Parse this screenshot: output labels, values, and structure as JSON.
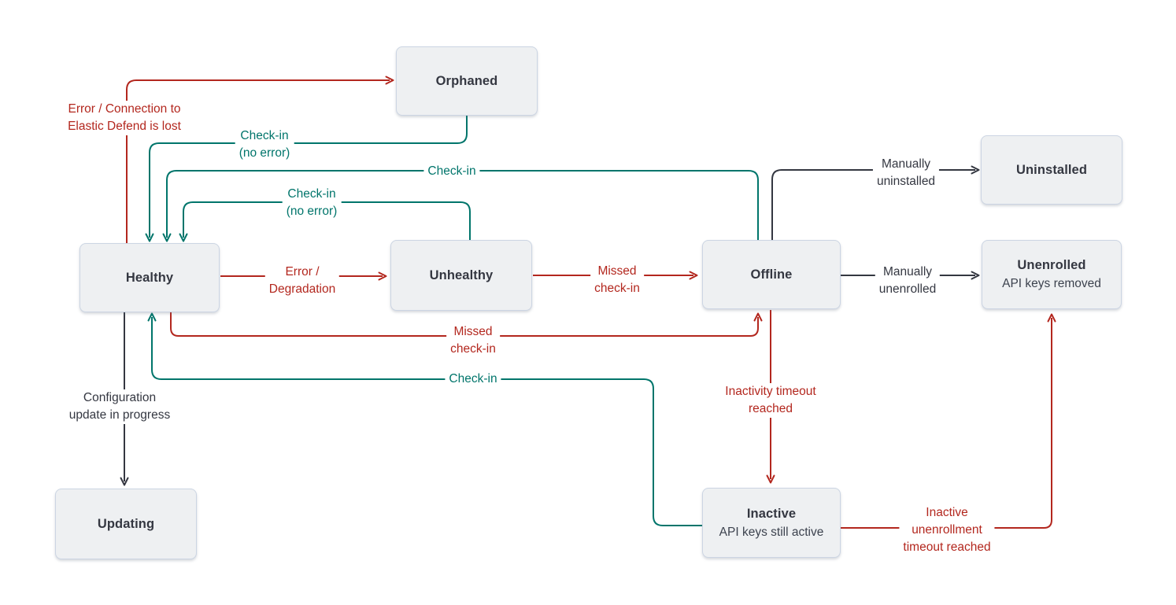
{
  "colors": {
    "error_red": "#b3271e",
    "checkin_teal": "#00756b",
    "neutral_dark": "#343741",
    "node_fill": "#eef0f2",
    "node_border": "#ccd5e3"
  },
  "nodes": {
    "orphaned": {
      "title": "Orphaned"
    },
    "uninstalled": {
      "title": "Uninstalled"
    },
    "healthy": {
      "title": "Healthy"
    },
    "unhealthy": {
      "title": "Unhealthy"
    },
    "offline": {
      "title": "Offline"
    },
    "unenrolled": {
      "title": "Unenrolled",
      "subtitle": "API keys removed"
    },
    "updating": {
      "title": "Updating"
    },
    "inactive": {
      "title": "Inactive",
      "subtitle": "API keys still active"
    }
  },
  "edge_labels": {
    "error_connection": "Error / Connection to\nElastic Defend is lost",
    "checkin_no_error_from_orphaned": "Check-in\n(no error)",
    "checkin_from_offline": "Check-in",
    "checkin_no_error_from_unhealthy": "Check-in\n(no error)",
    "error_degradation": "Error /\nDegradation",
    "missed_checkin_unhealthy_to_offline": "Missed\ncheck-in",
    "manually_uninstalled": "Manually\nuninstalled",
    "manually_unenrolled": "Manually\nunenrolled",
    "missed_checkin_healthy_to_offline": "Missed\ncheck-in",
    "checkin_from_inactive": "Check-in",
    "inactivity_timeout": "Inactivity timeout\nreached",
    "configuration_update": "Configuration\nupdate in progress",
    "inactive_unenrollment_timeout": "Inactive\nunenrollment\ntimeout reached"
  }
}
